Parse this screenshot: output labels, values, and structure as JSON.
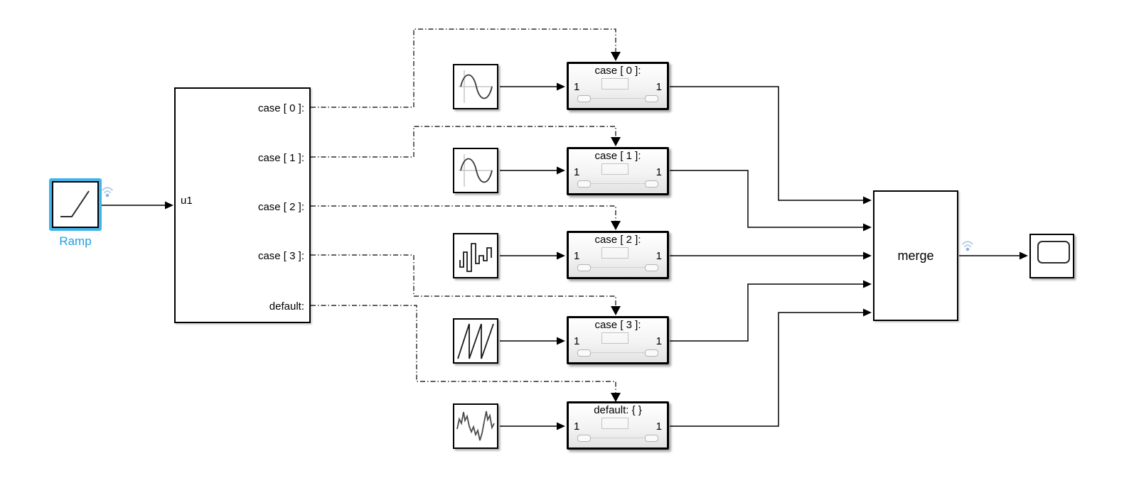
{
  "diagram_type": "simulink-block-diagram",
  "blocks": {
    "ramp": {
      "label": "Ramp",
      "icon": "ramp-icon",
      "selected": true
    },
    "switch_case": {
      "input_label": "u1",
      "case_ports": [
        "case [ 0 ]:",
        "case [ 1 ]:",
        "case [ 2 ]:",
        "case [ 3 ]:",
        "default:"
      ]
    },
    "sources": [
      {
        "icon": "sine-wave-icon"
      },
      {
        "icon": "sine-wave-icon"
      },
      {
        "icon": "random-steps-icon"
      },
      {
        "icon": "sawtooth-wave-icon"
      },
      {
        "icon": "noisy-wave-icon"
      }
    ],
    "subsystems": [
      {
        "title": "case [ 0 ]:",
        "in_port": "1",
        "out_port": "1"
      },
      {
        "title": "case [ 1 ]:",
        "in_port": "1",
        "out_port": "1"
      },
      {
        "title": "case [ 2 ]:",
        "in_port": "1",
        "out_port": "1"
      },
      {
        "title": "case [ 3 ]:",
        "in_port": "1",
        "out_port": "1"
      },
      {
        "title": "default: { }",
        "in_port": "1",
        "out_port": "1"
      }
    ],
    "merge": {
      "label": "merge"
    },
    "scope": {
      "icon": "scope-icon"
    }
  },
  "badges": {
    "icon": "wifi-signal-logging-icon",
    "count": 2
  },
  "colors": {
    "background": "#ffffff",
    "wire": "#000000",
    "selection_blue": "#41b4ea",
    "ramp_label_blue": "#1ba1e2",
    "logging_badge_blue": "#b9cfeb",
    "subsystem_gradient_bottom": "#e2e2e2"
  }
}
